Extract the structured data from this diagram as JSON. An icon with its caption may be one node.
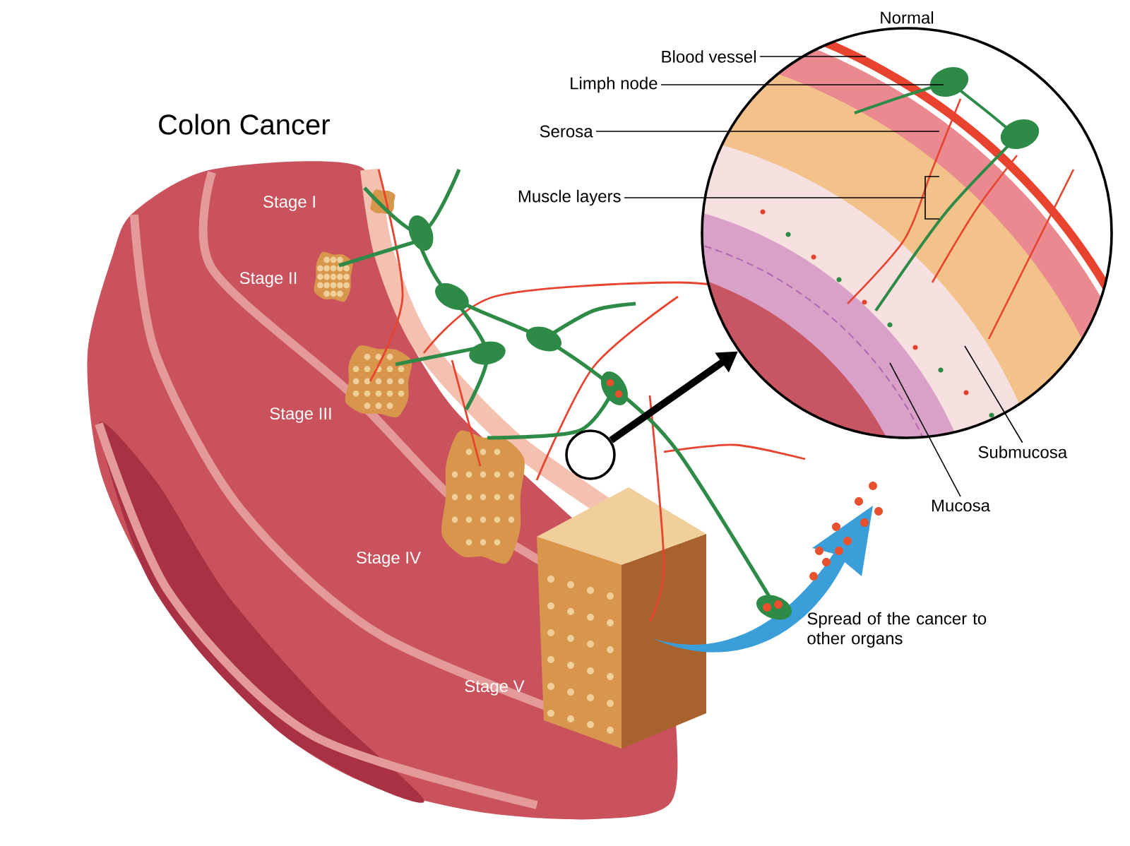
{
  "diagram": {
    "title": "Colon Cancer",
    "nodes": [
      {
        "text": [
          "Normal"
        ]
      },
      {
        "text": [],
        "shape": "circle"
      },
      {
        "text": [
          "Blood vessel"
        ]
      },
      {
        "text": [
          "Limph node"
        ]
      },
      {
        "text": [
          "Serosa"
        ]
      },
      {
        "text": [
          "Muscle layers"
        ]
      },
      {
        "text": [
          "Submucosa"
        ]
      },
      {
        "text": [
          "Mucosa"
        ]
      }
    ],
    "edges": [
      {
        "from": 1,
        "to": 0,
        "arrow": "to",
        "style": "thick"
      },
      {
        "from": 2,
        "to": 0,
        "arrow": "none"
      },
      {
        "from": 3,
        "to": 0,
        "arrow": "none"
      },
      {
        "from": 4,
        "to": 0,
        "arrow": "none"
      },
      {
        "from": 5,
        "to": 0,
        "arrow": "none"
      },
      {
        "from": 6,
        "to": 0,
        "arrow": "none"
      },
      {
        "from": 7,
        "to": 0,
        "arrow": "none"
      }
    ],
    "labels": [
      "Stage I",
      "Stage II",
      "Stage III",
      "Stage IV",
      "Stage V",
      "Spread of the cancer to other organs"
    ]
  }
}
